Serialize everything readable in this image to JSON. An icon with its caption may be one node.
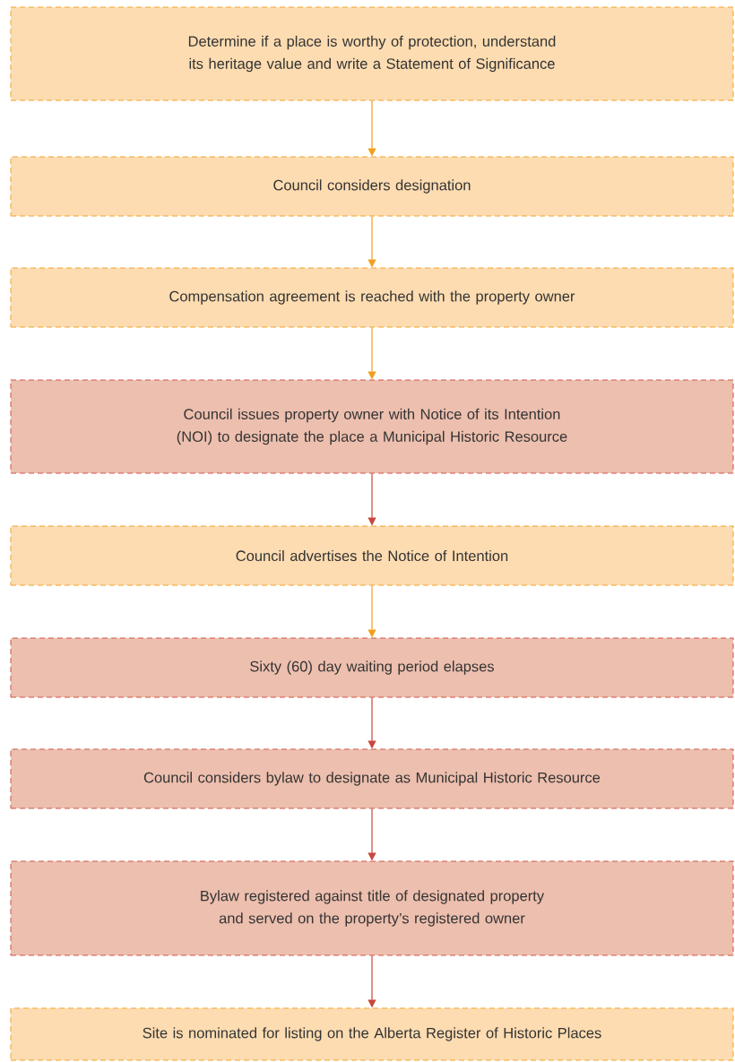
{
  "diagram": {
    "nodes": [
      {
        "text": [
          "Determine if a place is worthy of protection, understand its heritage value and write a Statement of Significance"
        ]
      },
      {
        "text": [
          "Council considers designation"
        ]
      },
      {
        "text": [
          "Compensation agreement is reached with the property owner"
        ]
      },
      {
        "text": [
          "Council issues property owner with Notice of its Intention (NOI) to designate the place a Municipal Historic Resource"
        ]
      },
      {
        "text": [
          "Council advertises the Notice of Intention"
        ]
      },
      {
        "text": [
          "Sixty (60) day waiting period elapses"
        ]
      },
      {
        "text": [
          "Council considers bylaw to designate as Municipal Historic Resource"
        ]
      },
      {
        "text": [
          "Bylaw registered against title of designated property and served on the property’s registered owner"
        ]
      },
      {
        "text": [
          "Site is nominated for listing on the Alberta Register of Historic Places"
        ]
      }
    ],
    "edges": [
      {
        "from": 0,
        "to": 1,
        "arrow": "to"
      },
      {
        "from": 1,
        "to": 2,
        "arrow": "to"
      },
      {
        "from": 2,
        "to": 3,
        "arrow": "to"
      },
      {
        "from": 3,
        "to": 4,
        "arrow": "to",
        "color": "#c9473b"
      },
      {
        "from": 4,
        "to": 5,
        "arrow": "to"
      },
      {
        "from": 5,
        "to": 6,
        "arrow": "to",
        "color": "#c9473b"
      },
      {
        "from": 6,
        "to": 7,
        "arrow": "to",
        "color": "#c9473b"
      },
      {
        "from": 7,
        "to": 8,
        "arrow": "to",
        "color": "#c9473b"
      }
    ]
  }
}
